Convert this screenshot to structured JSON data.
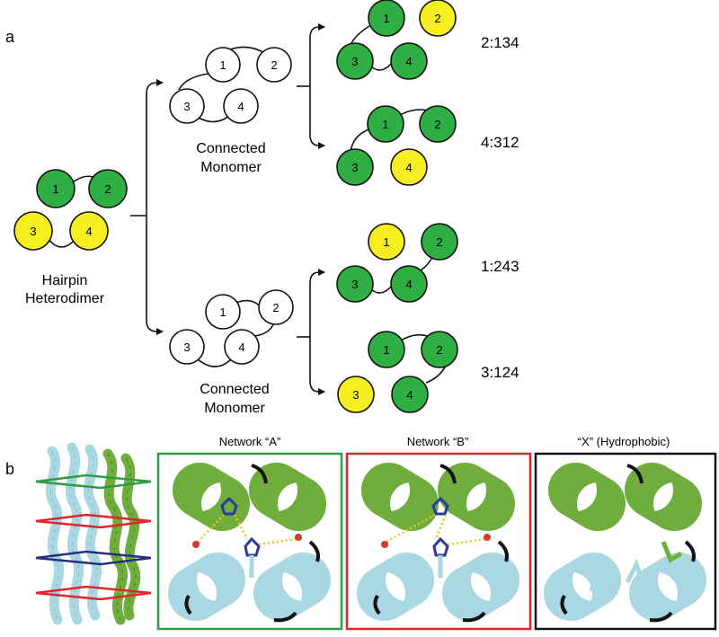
{
  "panel_a": {
    "label": "a",
    "left_group": {
      "node_labels": [
        "1",
        "2",
        "3",
        "4"
      ],
      "caption": [
        "Hairpin",
        "Heterodimer"
      ]
    },
    "middle_groups": [
      {
        "node_labels": [
          "1",
          "2",
          "3",
          "4"
        ],
        "caption": [
          "Connected",
          "Monomer"
        ]
      },
      {
        "node_labels": [
          "1",
          "2",
          "3",
          "4"
        ],
        "caption": [
          "Connected",
          "Monomer"
        ]
      }
    ],
    "results": [
      {
        "node_labels": [
          "1",
          "2",
          "3",
          "4"
        ],
        "label": "2:134"
      },
      {
        "node_labels": [
          "1",
          "2",
          "3",
          "4"
        ],
        "label": "4:312"
      },
      {
        "node_labels": [
          "1",
          "2",
          "3",
          "4"
        ],
        "label": "1:243"
      },
      {
        "node_labels": [
          "1",
          "2",
          "3",
          "4"
        ],
        "label": "3:124"
      }
    ]
  },
  "panel_b": {
    "label": "b",
    "networks": [
      {
        "title": "Network “A”",
        "border_color": "#2e9c44"
      },
      {
        "title": "Network “B”",
        "border_color": "#e0262b"
      },
      {
        "title": "“X” (Hydrophobic)",
        "border_color": "#111111"
      }
    ],
    "plane_colors": [
      "#2e9c44",
      "#e0262b",
      "#2a2d7c",
      "#e0262b"
    ]
  },
  "colors": {
    "green": "#2fae43",
    "yellow": "#f6ee21",
    "white": "#ffffff",
    "stroke": "#111111",
    "helix_green": "#6fad3c",
    "helix_blue": "#a9d8e2"
  }
}
